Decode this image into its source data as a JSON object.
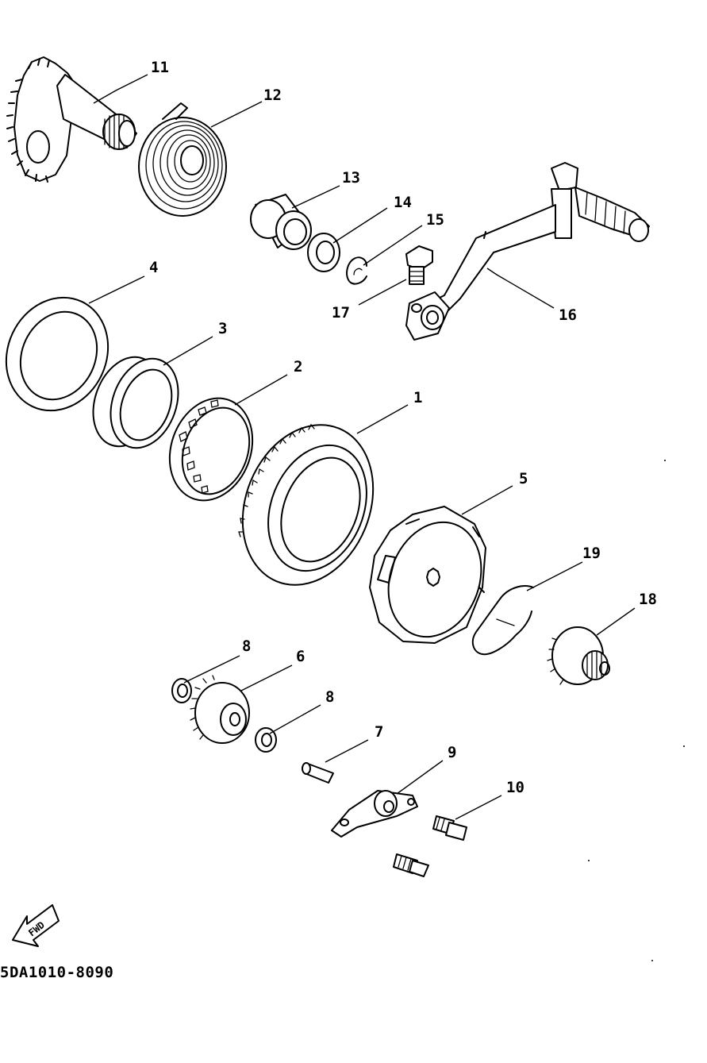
{
  "diagram_code": "5DA1010-8090",
  "fwd_label": "FWD",
  "parts": [
    {
      "id": "11",
      "label": "11"
    },
    {
      "id": "12",
      "label": "12"
    },
    {
      "id": "13",
      "label": "13"
    },
    {
      "id": "14",
      "label": "14"
    },
    {
      "id": "15",
      "label": "15"
    },
    {
      "id": "16",
      "label": "16"
    },
    {
      "id": "17",
      "label": "17"
    },
    {
      "id": "4",
      "label": "4"
    },
    {
      "id": "3",
      "label": "3"
    },
    {
      "id": "2",
      "label": "2"
    },
    {
      "id": "1",
      "label": "1"
    },
    {
      "id": "5",
      "label": "5"
    },
    {
      "id": "19",
      "label": "19"
    },
    {
      "id": "18",
      "label": "18"
    },
    {
      "id": "8a",
      "label": "8"
    },
    {
      "id": "6",
      "label": "6"
    },
    {
      "id": "8b",
      "label": "8"
    },
    {
      "id": "7",
      "label": "7"
    },
    {
      "id": "9",
      "label": "9"
    },
    {
      "id": "10",
      "label": "10"
    }
  ]
}
